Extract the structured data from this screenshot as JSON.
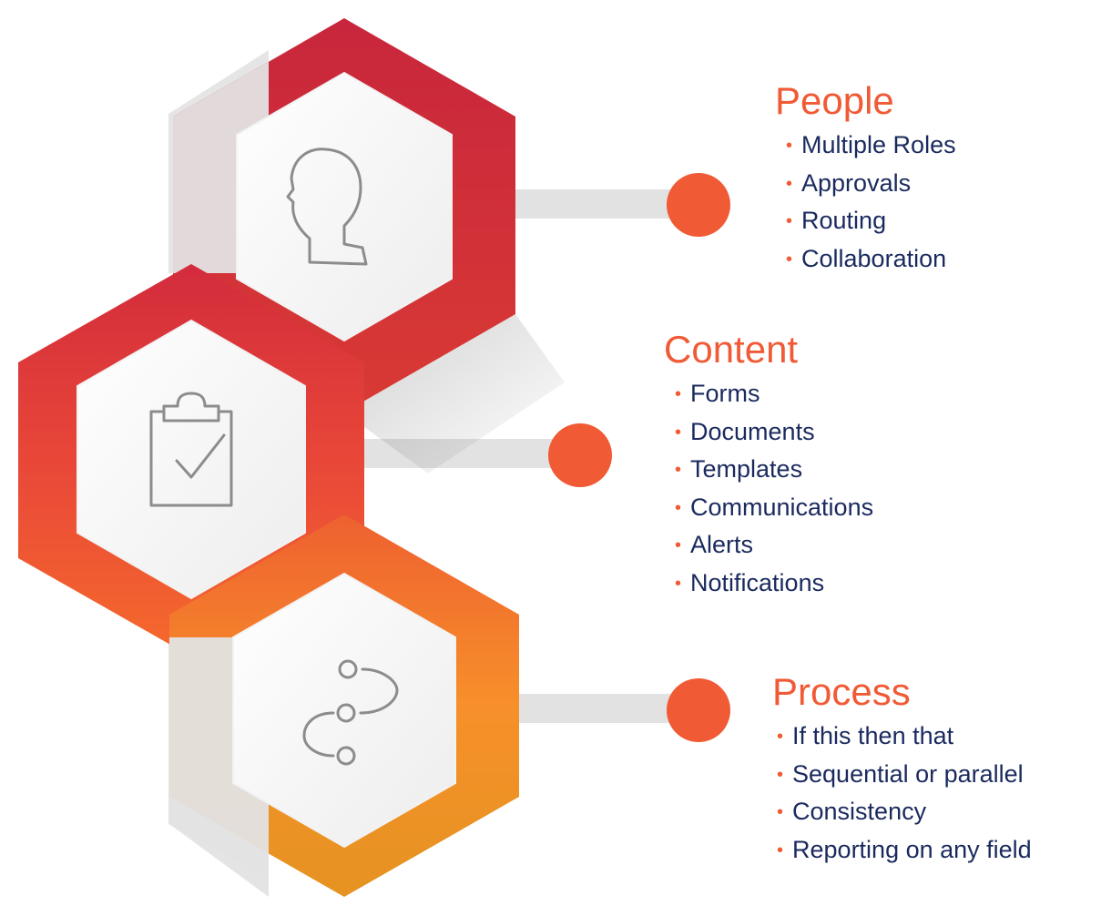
{
  "colors": {
    "accent": "#f05a35",
    "text": "#1a2a5e",
    "hex_red": "#cd2a3c",
    "hex_orange": "#f7842b",
    "connector": "#e2e2e2"
  },
  "sections": [
    {
      "id": "people",
      "title": "People",
      "icon": "head-profile-icon",
      "items": [
        "Multiple Roles",
        "Approvals",
        "Routing",
        "Collaboration"
      ]
    },
    {
      "id": "content",
      "title": "Content",
      "icon": "clipboard-check-icon",
      "items": [
        "Forms",
        "Documents",
        "Templates",
        "Communications",
        "Alerts",
        "Notifications"
      ]
    },
    {
      "id": "process",
      "title": "Process",
      "icon": "process-flow-icon",
      "items": [
        "If this then that",
        "Sequential or parallel",
        "Consistency",
        "Reporting on any field"
      ]
    }
  ]
}
